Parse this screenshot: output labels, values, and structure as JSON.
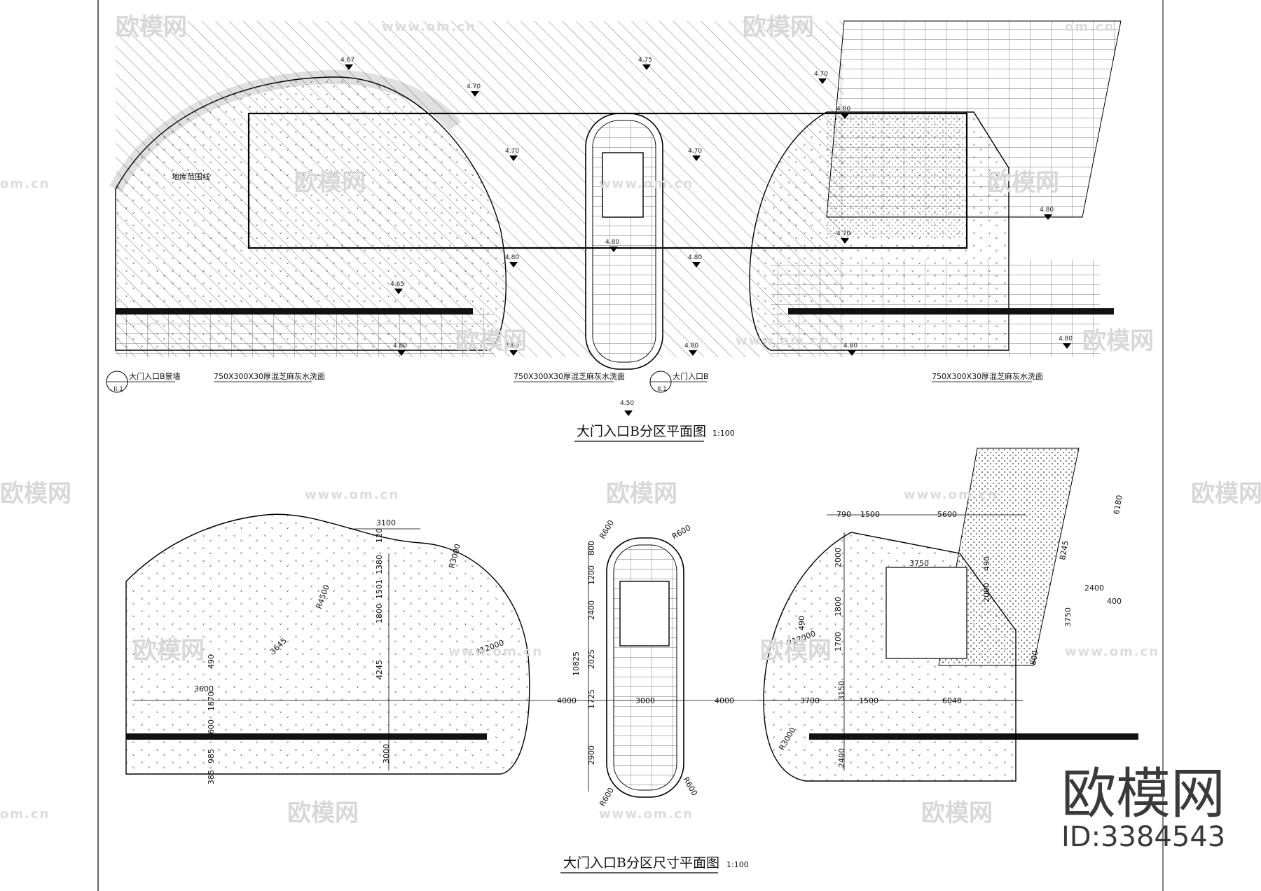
{
  "watermark": {
    "brand": "欧模网",
    "url": "www.om.cn",
    "url_short": "om.cn",
    "id_text": "ID:3384543"
  },
  "plan_a": {
    "title": "大门入口B分区平面图",
    "scale": "1:100",
    "paving_label": "750X300X30厚混芝麻灰水洗面",
    "callout_wall": "大门入口B景墙",
    "callout_gate": "大门入口B",
    "callout_sheet": "II.1",
    "boundary_label": "地库范围线",
    "elevations": [
      "4.67",
      "4.75",
      "4.70",
      "4.70",
      "4.70",
      "4.70",
      "4.80",
      "4.70",
      "4.80",
      "4.80",
      "4.65",
      "4.80",
      "4.80",
      "4.80",
      "4.80",
      "4.80",
      "4.80",
      "4.80",
      "4.50"
    ]
  },
  "plan_b": {
    "title": "大门入口B分区尺寸平面图",
    "scale": "1:100",
    "dims": {
      "d3100": "3100",
      "d120": "120",
      "d1380": "1380",
      "d1501": "1501",
      "d1800": "1800",
      "d4245": "4245",
      "d3645": "3645",
      "d3600": "3600",
      "d1870": "1870",
      "d490a": "490",
      "d600": "600",
      "d985": "985",
      "d385": "385",
      "d3000v": "3000",
      "r3000a": "R3000",
      "r4500": "R4500",
      "r12000": "R12000",
      "r600a": "R600",
      "r600b": "R600",
      "r600c": "R600",
      "r600d": "R600",
      "d800": "800",
      "d1200": "1200",
      "d2400a": "2400",
      "d10825": "10825",
      "d2025": "2025",
      "d1725": "1725",
      "d2900": "2900",
      "d4000a": "4000",
      "d3000h": "3000",
      "d4000b": "4000",
      "d790": "790",
      "d1500a": "1500",
      "d5600": "5600",
      "d2000a": "2000",
      "d1800b": "1800",
      "d1700": "1700",
      "d490b": "490",
      "r12000b": "R12000",
      "d3750": "3750",
      "d2000b": "2000",
      "d490c": "490",
      "d3700": "3700",
      "d3150": "3150",
      "d1500b": "1500",
      "d6040": "6040",
      "r3000b": "R3000",
      "d2400b": "2400",
      "d6180": "6180",
      "d8245": "8245",
      "d2400c": "2400",
      "d400": "400",
      "d3750b": "3750",
      "d800b": "800"
    }
  }
}
